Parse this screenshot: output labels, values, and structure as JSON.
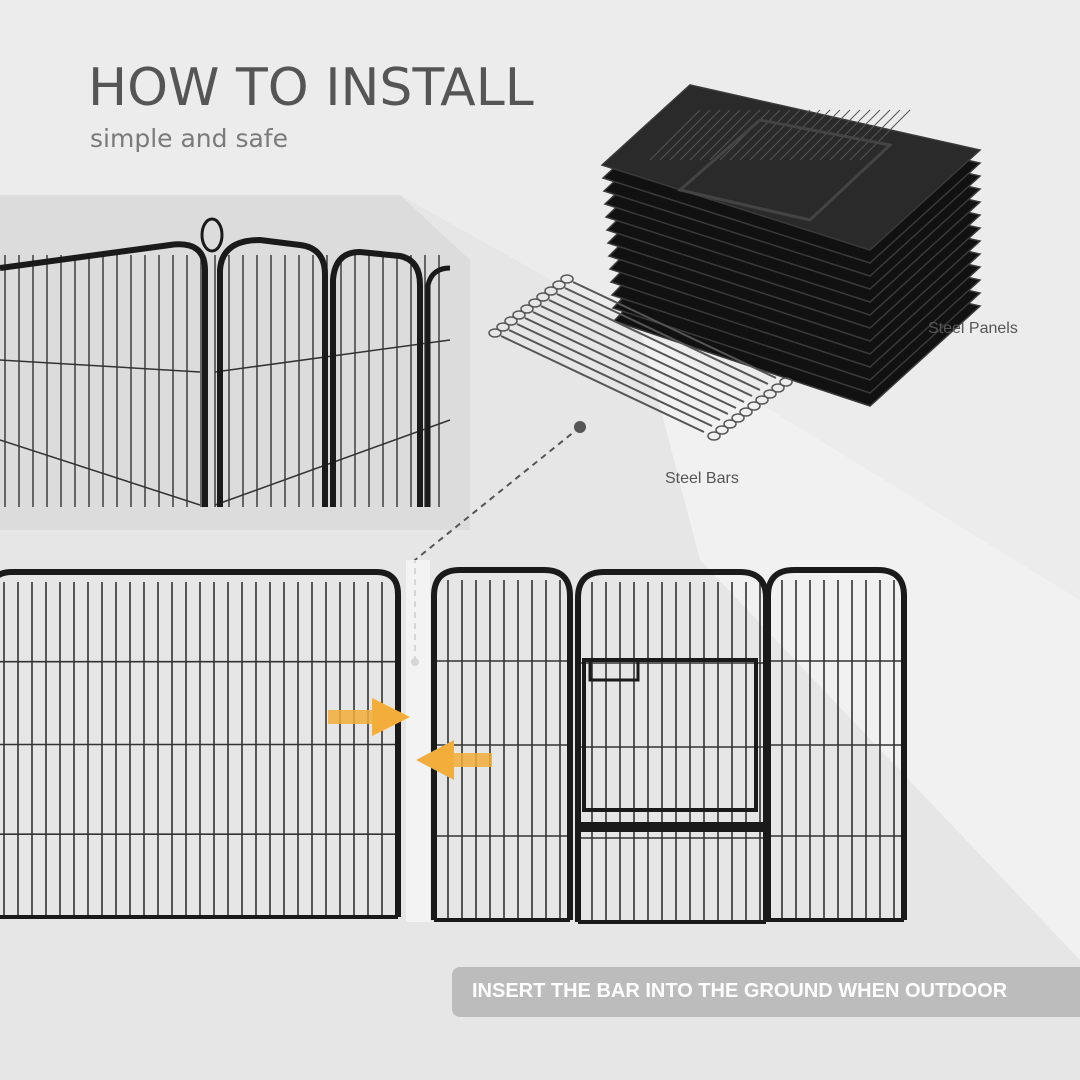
{
  "header": {
    "title": "HOW TO INSTALL",
    "subtitle": "simple and safe"
  },
  "components": {
    "panels_label": "Steel Panels",
    "bars_label": "Steel Bars"
  },
  "banner": {
    "text": "INSERT THE BAR INTO THE GROUND WHEN OUTDOOR"
  },
  "colors": {
    "background": "#ececec",
    "title": "#555555",
    "arrow": "#f2ad3a",
    "banner": "#bcbcbc",
    "frame": "#1a1a1a"
  },
  "icons": [
    "arrow-right-icon",
    "arrow-left-icon"
  ]
}
